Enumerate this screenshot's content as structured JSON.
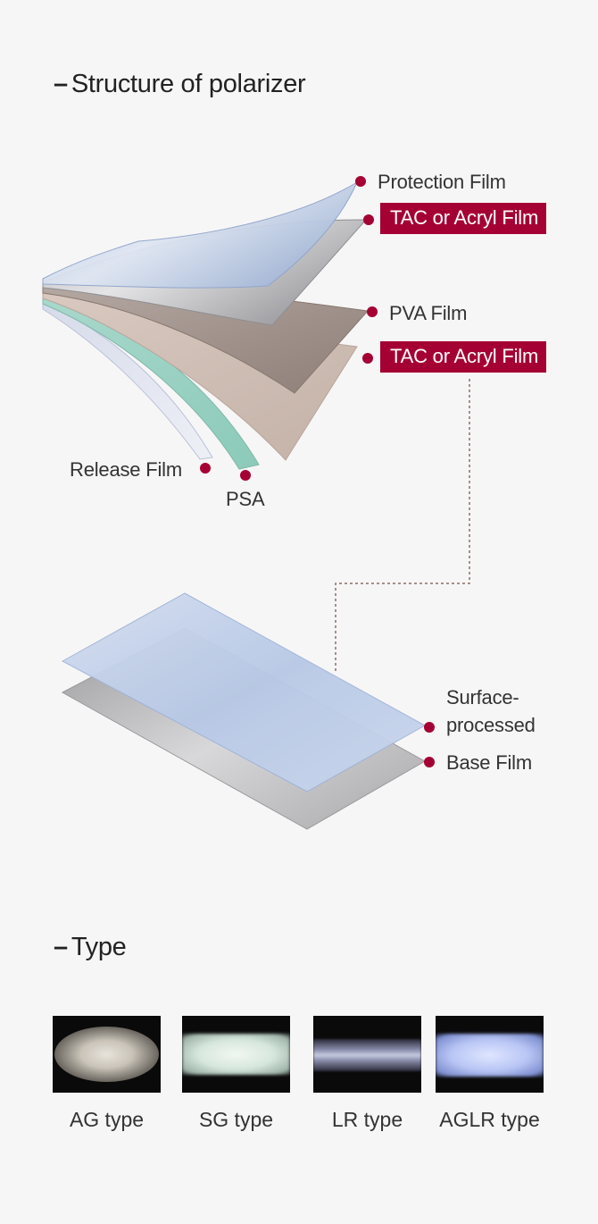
{
  "sections": {
    "structure_title": "Structure of polarizer",
    "type_title": "Type",
    "dash": "–"
  },
  "layers": {
    "protection_film": "Protection Film",
    "tac_top": "TAC or Acryl Film",
    "pva_film": "PVA Film",
    "tac_bottom": "TAC or Acryl Film",
    "release_film": "Release Film",
    "psa": "PSA"
  },
  "detail": {
    "surface_processed_line1": "Surface-",
    "surface_processed_line2": "processed",
    "base_film": "Base Film"
  },
  "types": [
    {
      "label": "AG type",
      "icon": "ag-type-sample-image"
    },
    {
      "label": "SG type",
      "icon": "sg-type-sample-image"
    },
    {
      "label": "LR type",
      "icon": "lr-type-sample-image"
    },
    {
      "label": "AGLR type",
      "icon": "aglr-type-sample-image"
    }
  ],
  "colors": {
    "accent": "#a50034",
    "background": "#f7f6f6"
  }
}
